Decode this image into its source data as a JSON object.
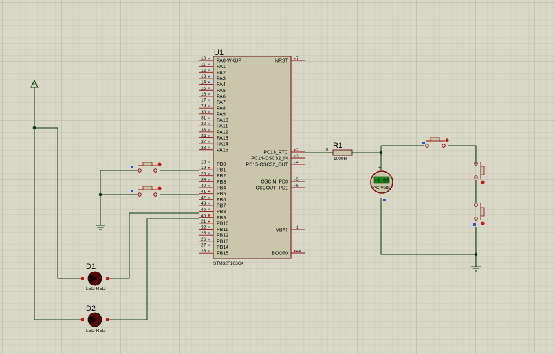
{
  "colors": {
    "grid_minor": "#c4c2b0",
    "grid_major": "#b0ae9c",
    "background": "#d9d7c6",
    "chip_body": "#c8c7ac",
    "wire": "#0a3a0a",
    "pin_line": "#8a1010",
    "led_body": "#5a0606",
    "button_red": "#c81818",
    "blue_marker": "#3050d0",
    "meter_display": "#1a8a1a"
  },
  "mcu": {
    "ref": "U1",
    "part": "STM32F103C4",
    "left_pins": [
      {
        "num": "10",
        "name": "PA0-WKUP"
      },
      {
        "num": "11",
        "name": "PA1"
      },
      {
        "num": "12",
        "name": "PA2"
      },
      {
        "num": "13",
        "name": "PA3"
      },
      {
        "num": "14",
        "name": "PA4"
      },
      {
        "num": "15",
        "name": "PA5"
      },
      {
        "num": "16",
        "name": "PA6"
      },
      {
        "num": "17",
        "name": "PA7"
      },
      {
        "num": "29",
        "name": "PA8"
      },
      {
        "num": "30",
        "name": "PA9"
      },
      {
        "num": "31",
        "name": "PA10"
      },
      {
        "num": "32",
        "name": "PA11"
      },
      {
        "num": "33",
        "name": "PA12"
      },
      {
        "num": "34",
        "name": "PA13"
      },
      {
        "num": "37",
        "name": "PA14"
      },
      {
        "num": "38",
        "name": "PA15"
      },
      {
        "num": "18",
        "name": "PB0"
      },
      {
        "num": "19",
        "name": "PB1"
      },
      {
        "num": "20",
        "name": "PB2"
      },
      {
        "num": "39",
        "name": "PB3"
      },
      {
        "num": "40",
        "name": "PB4"
      },
      {
        "num": "41",
        "name": "PB5"
      },
      {
        "num": "42",
        "name": "PB6"
      },
      {
        "num": "43",
        "name": "PB7"
      },
      {
        "num": "45",
        "name": "PB8"
      },
      {
        "num": "46",
        "name": "PB9"
      },
      {
        "num": "21",
        "name": "PB10"
      },
      {
        "num": "22",
        "name": "PB11"
      },
      {
        "num": "25",
        "name": "PB12"
      },
      {
        "num": "26",
        "name": "PB13"
      },
      {
        "num": "27",
        "name": "PB14"
      },
      {
        "num": "28",
        "name": "PB15"
      }
    ],
    "right_pins": [
      {
        "num": "7",
        "name": "NRST"
      },
      {
        "num": "2",
        "name": "PC13_RTC"
      },
      {
        "num": "3",
        "name": "PC14-OSC32_IN"
      },
      {
        "num": "4",
        "name": "PC15-OSC32_OUT"
      },
      {
        "num": "5",
        "name": "OSCIN_PD0"
      },
      {
        "num": "6",
        "name": "OSCOUT_PD1"
      },
      {
        "num": "1",
        "name": "VBAT"
      },
      {
        "num": "44",
        "name": "BOOT0"
      }
    ]
  },
  "resistor": {
    "ref": "R1",
    "value": "1000R"
  },
  "voltmeter": {
    "reading": "+0.00",
    "label": "AC Volts"
  },
  "leds": [
    {
      "ref": "D1",
      "type": "LED-RED"
    },
    {
      "ref": "D2",
      "type": "LED-RED"
    }
  ]
}
